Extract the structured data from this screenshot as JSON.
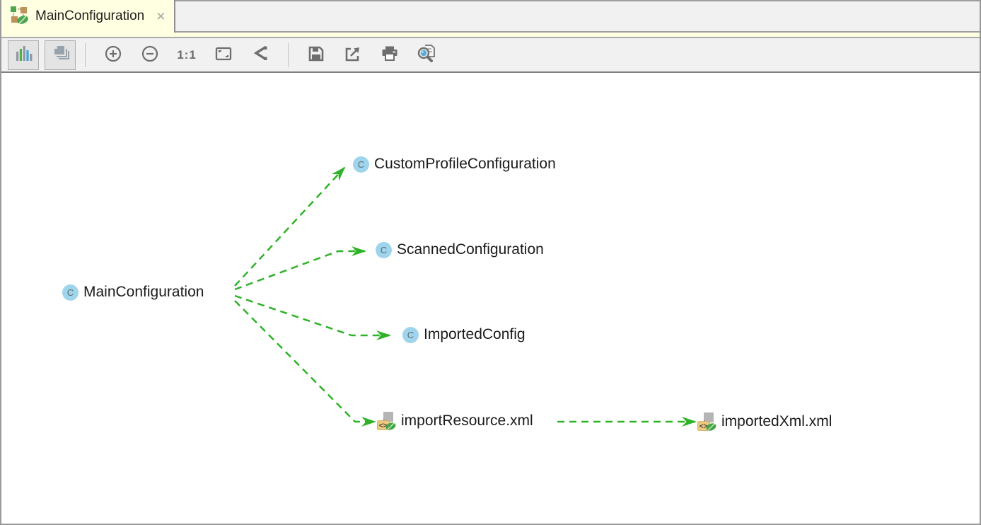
{
  "tab": {
    "title": "MainConfiguration",
    "close_glyph": "✕",
    "icon": "spring-diagram-icon",
    "background_color": "#FFFFE1"
  },
  "toolbar": {
    "actual_size_label": "1:1",
    "buttons": [
      {
        "name": "show-bean-details",
        "icon": "bar-chart-icon",
        "pressed": true
      },
      {
        "name": "show-neighbors",
        "icon": "layered-pages-icon",
        "pressed": true
      },
      {
        "name": "zoom-in",
        "icon": "zoom-in-icon",
        "pressed": false
      },
      {
        "name": "zoom-out",
        "icon": "zoom-out-icon",
        "pressed": false
      },
      {
        "name": "actual-size",
        "icon": "one-to-one-label",
        "pressed": false
      },
      {
        "name": "fit-content",
        "icon": "fit-content-icon",
        "pressed": false
      },
      {
        "name": "apply-layout",
        "icon": "layout-branch-icon",
        "pressed": false
      },
      {
        "name": "save-diagram",
        "icon": "floppy-disk-icon",
        "pressed": false
      },
      {
        "name": "export-diagram",
        "icon": "export-arrow-icon",
        "pressed": false
      },
      {
        "name": "print-diagram",
        "icon": "printer-icon",
        "pressed": false
      },
      {
        "name": "print-preview",
        "icon": "magnifier-document-icon",
        "pressed": false
      }
    ]
  },
  "diagram": {
    "class_icon_letter": "C",
    "xml_icon_glyph": "<>",
    "nodes": [
      {
        "id": "main",
        "label": "MainConfiguration",
        "type": "class"
      },
      {
        "id": "customProfile",
        "label": "CustomProfileConfiguration",
        "type": "class"
      },
      {
        "id": "scanned",
        "label": "ScannedConfiguration",
        "type": "class"
      },
      {
        "id": "imported",
        "label": "ImportedConfig",
        "type": "class"
      },
      {
        "id": "importResource",
        "label": "importResource.xml",
        "type": "xml-file"
      },
      {
        "id": "importedXml",
        "label": "importedXml.xml",
        "type": "xml-file"
      }
    ],
    "edges": [
      {
        "from": "MainConfiguration",
        "to": "CustomProfileConfiguration",
        "style": "green-dashed-arrow"
      },
      {
        "from": "MainConfiguration",
        "to": "ScannedConfiguration",
        "style": "green-dashed-arrow"
      },
      {
        "from": "MainConfiguration",
        "to": "ImportedConfig",
        "style": "green-dashed-arrow"
      },
      {
        "from": "MainConfiguration",
        "to": "importResource.xml",
        "style": "green-dashed-arrow"
      },
      {
        "from": "importResource.xml",
        "to": "importedXml.xml",
        "style": "green-dashed-arrow"
      }
    ],
    "colors": {
      "edge_green": "#2EB228",
      "class_icon_blue": "#9FD5EC",
      "class_icon_letter_gray": "#5F6B6F",
      "xml_badge_tan": "#EBC87D",
      "leaf_green": "#46A546",
      "canvas_background": "#FFFFFF"
    }
  }
}
